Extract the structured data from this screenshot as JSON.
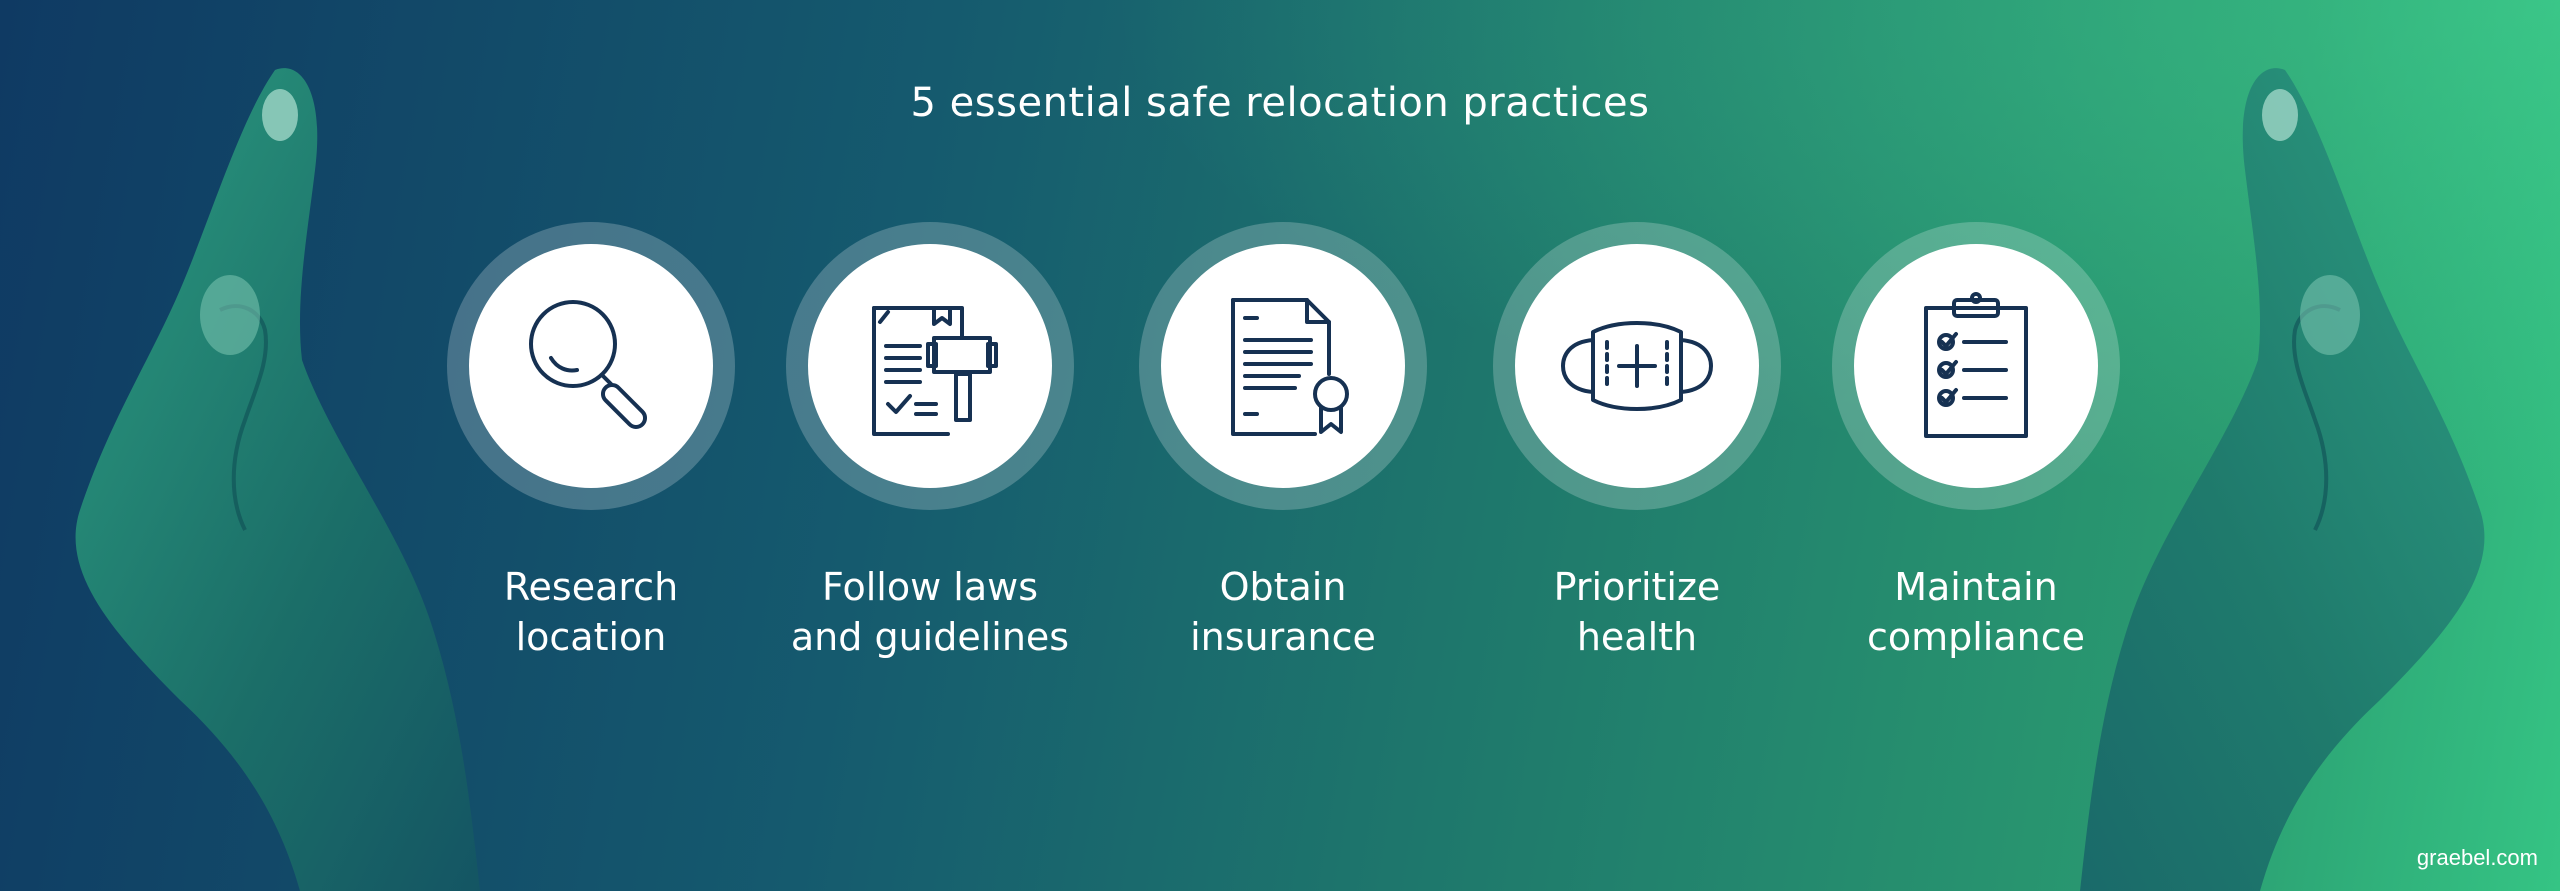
{
  "title": "5 essential safe relocation practices",
  "practices": [
    {
      "line1": "Research",
      "line2": "location",
      "icon": "magnifying-glass-icon"
    },
    {
      "line1": "Follow laws",
      "line2": "and guidelines",
      "icon": "legal-document-gavel-icon"
    },
    {
      "line1": "Obtain",
      "line2": "insurance",
      "icon": "certificate-document-icon"
    },
    {
      "line1": "Prioritize",
      "line2": "health",
      "icon": "face-mask-icon"
    },
    {
      "line1": "Maintain",
      "line2": "compliance",
      "icon": "checklist-clipboard-icon"
    }
  ],
  "footer": "graebel.com",
  "colors": {
    "gradient_start": "#0f3a63",
    "gradient_end": "#35c484",
    "icon_stroke": "#163152",
    "text": "#ffffff",
    "hand": "#1c7f6d"
  }
}
